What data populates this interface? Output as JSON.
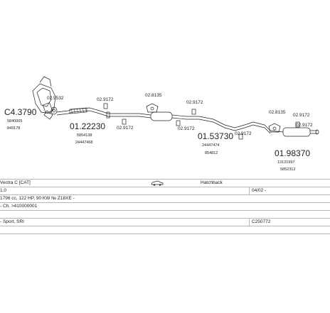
{
  "parts": [
    {
      "id": "cat-front",
      "code": "C4.3790",
      "refs": [
        "5840005",
        "849178"
      ]
    },
    {
      "id": "front-pipe",
      "code": "01.22230",
      "refs": [
        "5854138",
        "24447468"
      ]
    },
    {
      "id": "middle-box",
      "code": "01.53730",
      "refs": [
        "24447474",
        "854812"
      ]
    },
    {
      "id": "rear-box",
      "code": "01.98370",
      "refs": [
        "13131997",
        "5852312"
      ]
    }
  ],
  "fittings": [
    {
      "id": "f1",
      "code": "02.9532"
    },
    {
      "id": "f2",
      "code": "02.9172"
    },
    {
      "id": "f3",
      "code": "02.9172"
    },
    {
      "id": "f4",
      "code": "02.8135"
    },
    {
      "id": "f5",
      "code": "02.9172"
    },
    {
      "id": "f6",
      "code": "02.9172"
    },
    {
      "id": "f7",
      "code": "02.9172"
    },
    {
      "id": "f8",
      "code": "02.8135"
    },
    {
      "id": "f9",
      "code": "02.9172"
    },
    {
      "id": "f10",
      "code": "02.9172"
    }
  ],
  "table": {
    "model": "Vectra C  [CAT]",
    "body": "Hatchback",
    "engine_size": "1.0",
    "date": "04/02 -",
    "spec": "1796 cc, 122 HP, 90 KW  № Z18XE -",
    "chassis": "- Ch. >410000001",
    "trim": "- Sport, SRI",
    "ref": "C250772"
  },
  "icons": {
    "car": "car-icon"
  }
}
